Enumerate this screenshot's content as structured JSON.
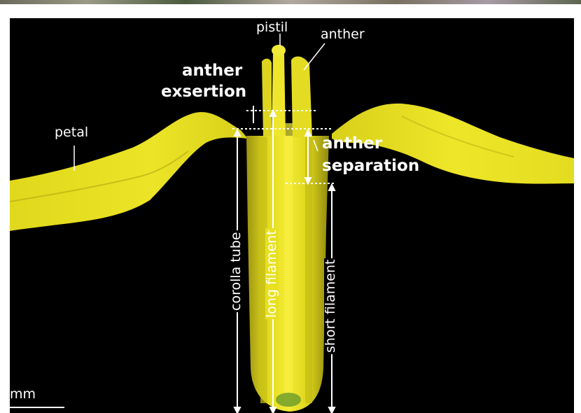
{
  "labels": {
    "pistil": "pistil",
    "anther": "anther",
    "anther_exsertion_1": "anther",
    "anther_exsertion_2": "exsertion",
    "petal": "petal",
    "anther_separation_1": "anther",
    "anther_separation_2": "separation",
    "corolla_tube": "corolla tube",
    "long_filament": "long filament",
    "short_filament": "short filament",
    "scale_unit": "mm"
  },
  "colors": {
    "background": "#000000",
    "flower_yellow": "#e8e020",
    "flower_shadow": "#a8a010",
    "annotation": "#ffffff"
  }
}
